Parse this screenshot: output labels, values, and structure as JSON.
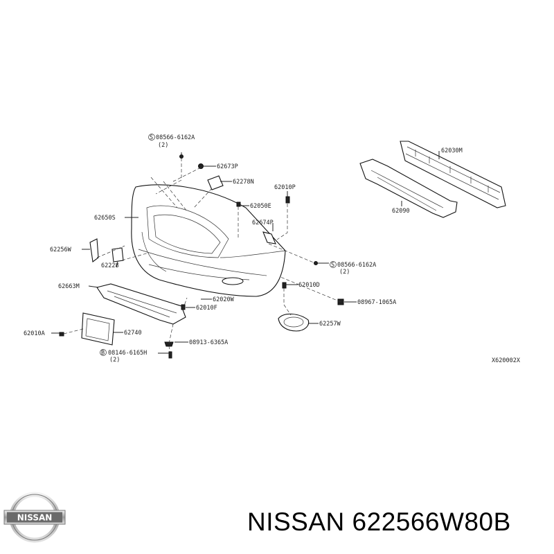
{
  "diagram": {
    "ref_code": "X620002X",
    "callouts": [
      {
        "id": "s1",
        "text": "08566-6162A"
      },
      {
        "id": "s1q",
        "text": "(2)"
      },
      {
        "id": "c62673P",
        "text": "62673P"
      },
      {
        "id": "c62278N",
        "text": "62278N"
      },
      {
        "id": "c62010P",
        "text": "62010P"
      },
      {
        "id": "c62050E",
        "text": "62050E"
      },
      {
        "id": "c62650S",
        "text": "62650S"
      },
      {
        "id": "c62674P",
        "text": "62674P"
      },
      {
        "id": "c62256W",
        "text": "62256W"
      },
      {
        "id": "c62228",
        "text": "62228"
      },
      {
        "id": "s2",
        "text": "08566-6162A"
      },
      {
        "id": "s2q",
        "text": "(2)"
      },
      {
        "id": "c62010D",
        "text": "62010D"
      },
      {
        "id": "c62663M",
        "text": "62663M"
      },
      {
        "id": "c62020W",
        "text": "62020W"
      },
      {
        "id": "c62010F",
        "text": "62010F"
      },
      {
        "id": "c08967",
        "text": "08967-1065A"
      },
      {
        "id": "c62257W",
        "text": "62257W"
      },
      {
        "id": "c62010A",
        "text": "62010A"
      },
      {
        "id": "c62740",
        "text": "62740"
      },
      {
        "id": "c08913",
        "text": "08913-6365A"
      },
      {
        "id": "b1",
        "text": "08146-6165H"
      },
      {
        "id": "b1q",
        "text": "(2)"
      },
      {
        "id": "c62030M",
        "text": "62030M"
      },
      {
        "id": "c62090",
        "text": "62090"
      }
    ],
    "circle_letters": {
      "s1": "S",
      "s2": "S",
      "b1": "B"
    }
  },
  "footer": {
    "brand": "NISSAN",
    "part_number": "622566W80B",
    "logo_text": "NISSAN"
  }
}
